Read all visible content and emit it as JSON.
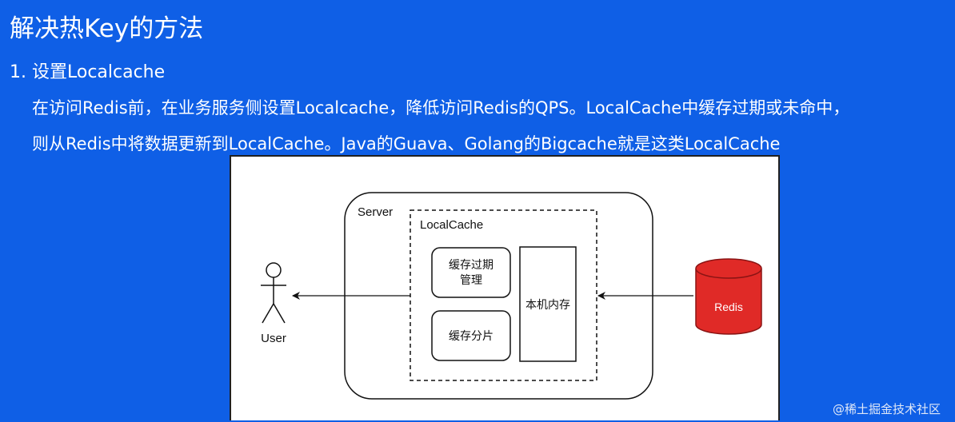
{
  "slide": {
    "title": "解决热Key的方法",
    "section": "1. 设置Localcache",
    "paragraph_line1": "在访问Redis前，在业务服务侧设置Localcache，降低访问Redis的QPS。LocalCache中缓存过期或未命中，",
    "paragraph_line2": "则从Redis中将数据更新到LocalCache。Java的Guava、Golang的Bigcache就是这类LocalCache"
  },
  "diagram": {
    "server_label": "Server",
    "localcache_label": "LocalCache",
    "expiry_line1": "缓存过期",
    "expiry_line2": "管理",
    "shard_label": "缓存分片",
    "memory_label": "本机内存",
    "user_label": "User",
    "redis_label": "Redis",
    "colors": {
      "redis_fill": "#e02a27",
      "redis_stroke": "#8a1414",
      "stroke": "#111111"
    }
  },
  "watermark": "@稀土掘金技术社区"
}
